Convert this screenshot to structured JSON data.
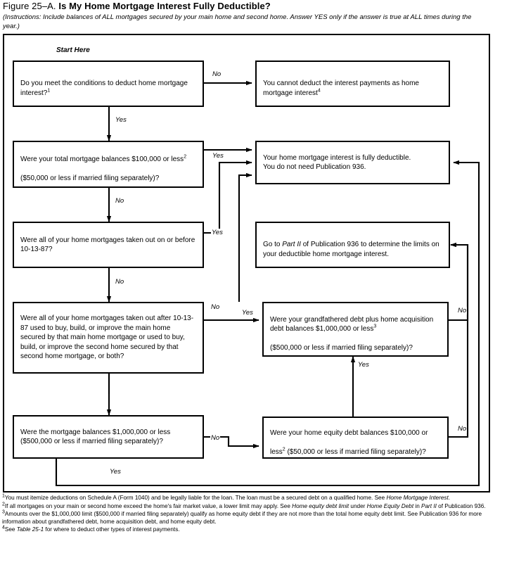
{
  "figure": {
    "label": "Figure 25–A.",
    "title": "Is My Home Mortgage Interest Fully Deductible?",
    "instructions": "(Instructions: Include balances of ALL mortgages secured by your main home and second home. Answer YES only if the answer is true at ALL times during the year.)",
    "start_label": "Start Here"
  },
  "colors": {
    "line": "#000000",
    "background": "#ffffff",
    "text": "#000000"
  },
  "nodes": {
    "q1": {
      "id": "q1",
      "text": "Do you meet the conditions to deduct home mortgage interest?",
      "footnote_ref": "1"
    },
    "r_cannot": {
      "id": "r_cannot",
      "text": "You cannot deduct the interest payments as home mortgage interest",
      "footnote_ref": "4"
    },
    "q2": {
      "id": "q2",
      "line1": "Were your total mortgage balances $100,000 or less",
      "footnote_ref": "2",
      "line2": "($50,000 or less if married filing separately)?"
    },
    "r_fully": {
      "id": "r_fully",
      "text": "Your home mortgage interest is fully deductible.\nYou do not need Publication 936."
    },
    "q3": {
      "id": "q3",
      "text": "Were all of your home mortgages taken out on or before 10-13-87?"
    },
    "r_partii": {
      "id": "r_partii",
      "pre": "Go to ",
      "em": "Part II",
      "post": " of Publication 936 to determine the limits on your deductible home mortgage interest."
    },
    "q4": {
      "id": "q4",
      "text": "Were all of your home mortgages taken out after 10-13-87 used to buy, build, or improve the main home secured by that main home mortgage or used to buy, build, or improve the second home secured by that second home mortgage, or both?"
    },
    "q5": {
      "id": "q5",
      "line1": "Were your grandfathered debt plus home acquisition debt balances $1,000,000 or less",
      "footnote_ref": "3",
      "line2": "($500,000 or less if married filing separately)?"
    },
    "q6": {
      "id": "q6",
      "text": "Were the mortgage balances $1,000,000 or less ($500,000 or less if married filing separately)?"
    },
    "q7": {
      "id": "q7",
      "line1": "Were your home equity debt balances $100,000 or",
      "line2_pre": "less",
      "footnote_ref": "2",
      "line2_post": " ($50,000 or less if married filing separately)?"
    }
  },
  "edges": [
    {
      "from": "q1",
      "to": "r_cannot",
      "label": "No"
    },
    {
      "from": "q1",
      "to": "q2",
      "label": "Yes"
    },
    {
      "from": "q2",
      "to": "r_fully",
      "label": "Yes"
    },
    {
      "from": "q2",
      "to": "q3",
      "label": "No"
    },
    {
      "from": "q3",
      "to": "r_fully",
      "label": "Yes"
    },
    {
      "from": "q3",
      "to": "q4",
      "label": "No"
    },
    {
      "from": "q4",
      "to": "q5",
      "label": "No"
    },
    {
      "from": "q4",
      "to": "q6",
      "label": "Yes"
    },
    {
      "from": "q5",
      "to": "r_fully",
      "label": "Yes"
    },
    {
      "from": "q5",
      "to": "r_partii",
      "label": "No"
    },
    {
      "from": "q6",
      "to": "q7",
      "label": "No"
    },
    {
      "from": "q6",
      "to": "r_fully",
      "label": "Yes"
    },
    {
      "from": "q7",
      "to": "q5",
      "label": "Yes"
    },
    {
      "from": "q7",
      "to": "r_partii",
      "label": "No"
    }
  ],
  "edge_labels": {
    "q1_no": "No",
    "q1_yes": "Yes",
    "q2_yes": "Yes",
    "q2_no": "No",
    "q3_yes": "Yes",
    "q3_no": "No",
    "q4_no": "No",
    "q4_yes": "Yes",
    "q5_no": "No",
    "q6_no": "No",
    "q6_yes": "Yes",
    "q7_yes": "Yes",
    "q7_no": "No"
  },
  "footnotes": [
    {
      "marker": "1",
      "part1": "You must itemize deductions on Schedule A (Form 1040) and be legally liable for the loan. The loan must be a secured debt on a qualified home. See ",
      "em1": "Home Mortgage Interest",
      "part2": "."
    },
    {
      "marker": "2",
      "part1": "If all mortgages on your main or second home exceed the home's fair market value, a lower limit may apply. See ",
      "em1": "Home equity debt limit",
      "part2": " under ",
      "em2": "Home Equity Debt",
      "part3": " in ",
      "em3": "Part II",
      "part4": " of Publication 936."
    },
    {
      "marker": "3",
      "part1": "Amounts over the $1,000,000 limit ($500,000 if married filing separately) qualify as home equity debt if they are not more than the total home equity debt limit. See Publication 936 for more information about grandfathered debt, home acquisition debt, and home equity debt."
    },
    {
      "marker": "4",
      "part1": "See ",
      "em1": "Table 25-1",
      "part2": " for where to deduct other types of interest payments."
    }
  ]
}
